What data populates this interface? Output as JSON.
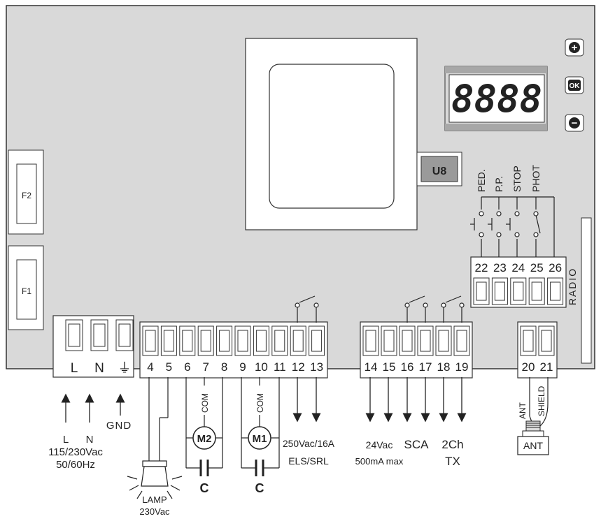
{
  "fuses": [
    "F2",
    "F1"
  ],
  "chip": "U8",
  "display": "8888",
  "buttons": {
    "plus": "+",
    "ok": "OK",
    "minus": "−"
  },
  "radio_label": "RADIO",
  "terminal_groups": {
    "power": [
      "L",
      "N",
      "⏚"
    ],
    "motors": [
      "4",
      "5",
      "6",
      "7",
      "8",
      "9",
      "10",
      "11",
      "12",
      "13"
    ],
    "aux": [
      "14",
      "15",
      "16",
      "17",
      "18",
      "19"
    ],
    "antenna": [
      "20",
      "21"
    ],
    "inputs": [
      "22",
      "23",
      "24",
      "25",
      "26"
    ]
  },
  "input_labels": [
    "PED.",
    "P.P.",
    "STOP",
    "PHOT"
  ],
  "power_labels": {
    "l": "L",
    "n": "N",
    "gnd": "GND",
    "voltage": "115/230Vac",
    "freq": "50/60Hz"
  },
  "motor_labels": {
    "m2": "M2",
    "m1": "M1",
    "com": "COM",
    "cap": "C"
  },
  "lamp_labels": {
    "name": "LAMP",
    "voltage": "230Vac"
  },
  "relay_labels": {
    "rating": "250Vac/16A",
    "name": "ELS/SRL"
  },
  "aux_labels": {
    "v24": "24Vac",
    "max": "500mA max",
    "sca": "SCA",
    "ch2": "2Ch",
    "tx": "TX"
  },
  "antenna_labels": {
    "ant": "ANT",
    "shield": "SHIELD",
    "box": "ANT"
  }
}
